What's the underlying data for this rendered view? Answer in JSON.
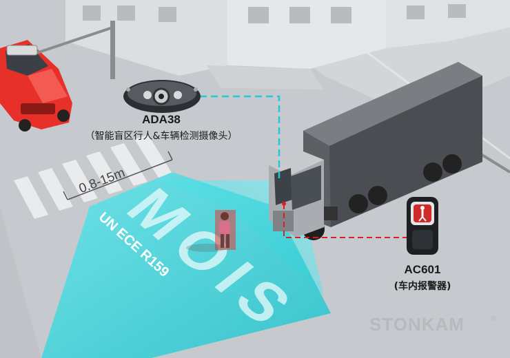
{
  "camera": {
    "model": "ADA38",
    "description": "（智能盲区行人&车辆检测摄像头）"
  },
  "alarm": {
    "model": "AC601",
    "description": "(车内报警器)"
  },
  "zone": {
    "distance": "0.8-15m",
    "system": "MOIS",
    "regulation": "UN ECE R159"
  },
  "brand": {
    "name": "STONKAM",
    "mark": "®"
  },
  "colors": {
    "zone_fill": "#3fd6dd",
    "link_line": "#1ec9d8",
    "alert_line": "#e01c1c",
    "car": "#e8302a",
    "road": "#c9ccd0"
  },
  "icons": [
    "camera-icon",
    "alarm-icon",
    "pedestrian-icon",
    "truck-icon",
    "car-icon",
    "traffic-light-icon"
  ]
}
